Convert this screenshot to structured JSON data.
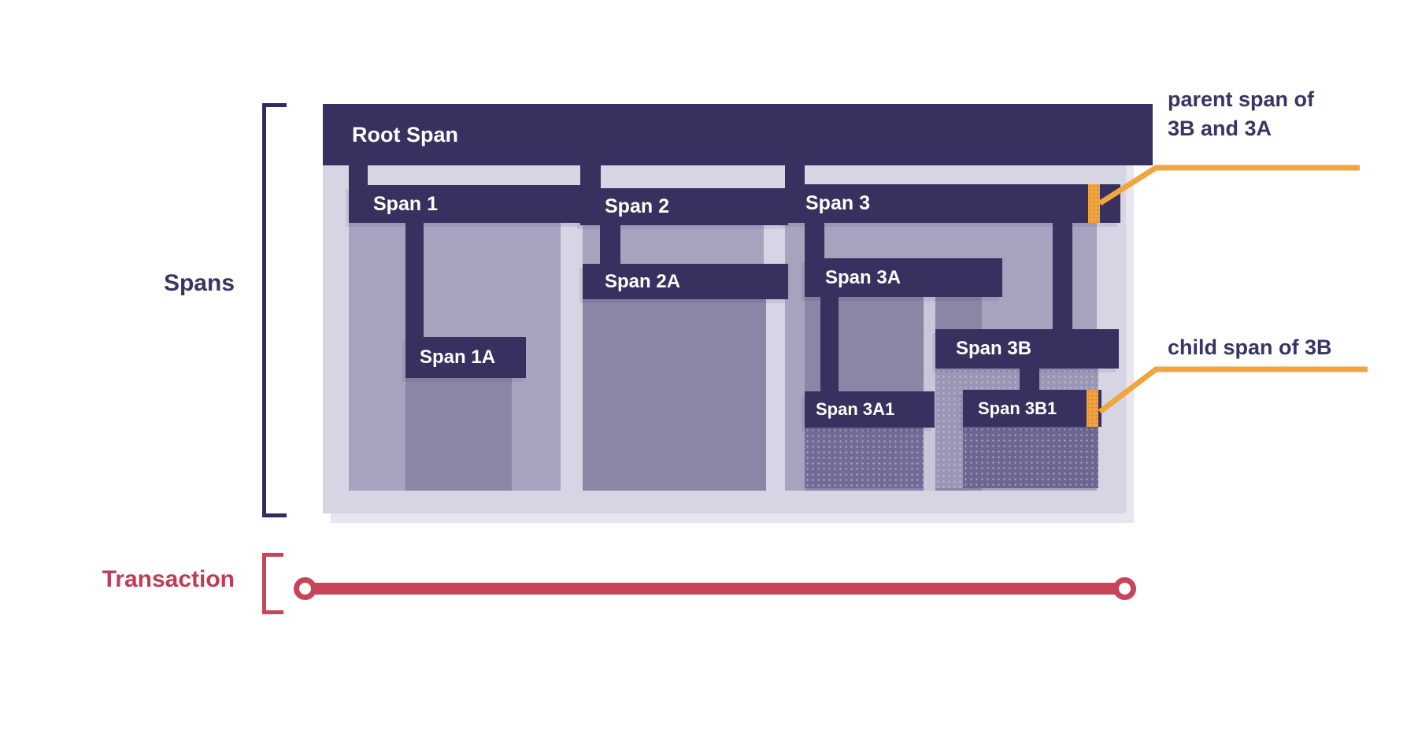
{
  "labels": {
    "spans": "Spans",
    "transaction": "Transaction"
  },
  "spans": {
    "root": "Root Span",
    "s1": "Span 1",
    "s1a": "Span 1A",
    "s2": "Span 2",
    "s2a": "Span 2A",
    "s3": "Span 3",
    "s3a": "Span 3A",
    "s3a1": "Span 3A1",
    "s3b": "Span 3B",
    "s3b1": "Span 3B1"
  },
  "hierarchy": {
    "root": "Root Span",
    "children_of_root": [
      "Span 1",
      "Span 2",
      "Span 3"
    ],
    "child_of_span1": "Span 1A",
    "child_of_span2": "Span 2A",
    "children_of_span3": [
      "Span 3A",
      "Span 3B"
    ],
    "child_of_span3a": "Span 3A1",
    "child_of_span3b": "Span 3B1"
  },
  "annotations": {
    "parent_line1": "parent span of",
    "parent_line2": "3B and 3A",
    "child": "child span of 3B"
  },
  "colors": {
    "bar": "#38305F",
    "container": "#D7D4E4",
    "body1": "#A7A3BF",
    "body2": "#8A86A6",
    "frame3b": "#9A96B5",
    "body3a1": "#716C97",
    "body3b1": "#6B6791",
    "strip": "#C8C5D9",
    "orange": "#F0A63C",
    "red": "#C74459",
    "redText": "#C23A56",
    "text": "#3A3366",
    "bracket": "#332A60"
  }
}
